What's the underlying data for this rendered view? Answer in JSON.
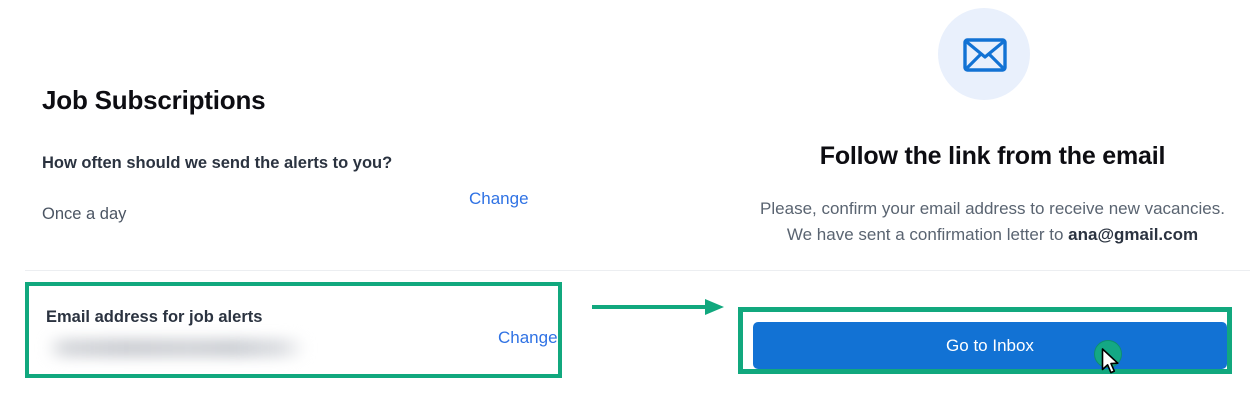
{
  "left_panel": {
    "title": "Job Subscriptions",
    "frequency_row": {
      "label": "How often should we send the alerts to you?",
      "value": "Once a day",
      "change_label": "Change"
    },
    "email_row": {
      "label": "Email address for job alerts",
      "value": "",
      "value_state": "blurred-redacted",
      "change_label": "Change"
    }
  },
  "flow": {
    "arrow_direction": "right",
    "arrow_color": "#11a87e",
    "highlight_color": "#11a87e"
  },
  "right_panel": {
    "icon": "envelope-icon",
    "title": "Follow the link from the email",
    "body_prefix": "Please, confirm your email address to receive new vacancies. We have sent a confirmation letter to ",
    "body_email": "ana@gmail.com",
    "cta_label": "Go to Inbox",
    "cta_color": "#1272d4"
  },
  "pointer": {
    "click_indicator_color": "#14a884",
    "cursor": "arrow-cursor"
  }
}
